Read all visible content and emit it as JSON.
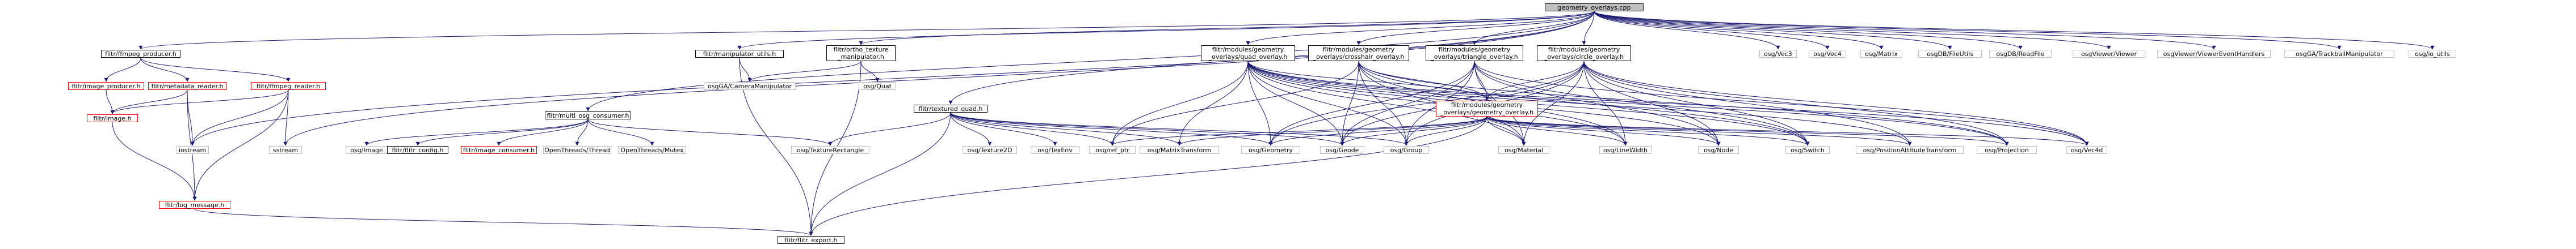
{
  "diagram": {
    "colors": {
      "edge": "#191970",
      "box_border_documented": "#000000",
      "box_border_missing_doc": "#ff0000",
      "box_border_external": "#bfbfbf",
      "root_fill": "#bfbfbf"
    },
    "nodes": [
      {
        "id": "root",
        "kind": "root",
        "lines": [
          "geometry_overlays.cpp"
        ]
      },
      {
        "id": "ffmpeg_producer",
        "kind": "doc",
        "lines": [
          "flitr/ffmpeg_producer.h"
        ]
      },
      {
        "id": "image_producer",
        "kind": "red",
        "lines": [
          "flitr/image_producer.h"
        ]
      },
      {
        "id": "metadata_reader",
        "kind": "red",
        "lines": [
          "flitr/metadata_reader.h"
        ]
      },
      {
        "id": "ffmpeg_reader",
        "kind": "red",
        "lines": [
          "flitr/ffmpeg_reader.h"
        ]
      },
      {
        "id": "image",
        "kind": "red",
        "lines": [
          "flitr/image.h"
        ]
      },
      {
        "id": "iostream",
        "kind": "grey",
        "lines": [
          "iostream"
        ]
      },
      {
        "id": "sstream",
        "kind": "grey",
        "lines": [
          "sstream"
        ]
      },
      {
        "id": "log_message",
        "kind": "red",
        "lines": [
          "flitr/log_message.h"
        ]
      },
      {
        "id": "flitr_export",
        "kind": "doc",
        "lines": [
          "flitr/flitr_export.h"
        ]
      },
      {
        "id": "multi_osg_consumer",
        "kind": "doc",
        "lines": [
          "flitr/multi_osg_consumer.h"
        ]
      },
      {
        "id": "osg_image",
        "kind": "grey",
        "lines": [
          "osg/Image"
        ]
      },
      {
        "id": "flitr_config",
        "kind": "doc",
        "lines": [
          "flitr/flitr_config.h"
        ]
      },
      {
        "id": "image_consumer",
        "kind": "red",
        "lines": [
          "flitr/image_consumer.h"
        ]
      },
      {
        "id": "openthreads_thread",
        "kind": "grey",
        "lines": [
          "OpenThreads/Thread"
        ]
      },
      {
        "id": "openthreads_mutex",
        "kind": "grey",
        "lines": [
          "OpenThreads/Mutex"
        ]
      },
      {
        "id": "manipulator_utils",
        "kind": "doc",
        "lines": [
          "flitr/manipulator_utils.h"
        ]
      },
      {
        "id": "camera_manipulator",
        "kind": "grey",
        "lines": [
          "osgGA/CameraManipulator"
        ]
      },
      {
        "id": "ortho_texture_manipulator",
        "kind": "doc",
        "lines": [
          "flitr/ortho_texture",
          "_manipulator.h"
        ]
      },
      {
        "id": "osg_quat",
        "kind": "grey",
        "lines": [
          "osg/Quat"
        ]
      },
      {
        "id": "textured_quad",
        "kind": "doc",
        "lines": [
          "flitr/textured_quad.h"
        ]
      },
      {
        "id": "osg_texture_rectangle",
        "kind": "grey",
        "lines": [
          "osg/TextureRectangle"
        ]
      },
      {
        "id": "osg_texture2d",
        "kind": "grey",
        "lines": [
          "osg/Texture2D"
        ]
      },
      {
        "id": "osg_texenv",
        "kind": "grey",
        "lines": [
          "osg/TexEnv"
        ]
      },
      {
        "id": "osg_ref_ptr",
        "kind": "grey",
        "lines": [
          "osg/ref_ptr"
        ]
      },
      {
        "id": "osg_matrix_transform",
        "kind": "grey",
        "lines": [
          "osg/MatrixTransform"
        ]
      },
      {
        "id": "osg_geometry",
        "kind": "grey",
        "lines": [
          "osg/Geometry"
        ]
      },
      {
        "id": "osg_geode",
        "kind": "grey",
        "lines": [
          "osg/Geode"
        ]
      },
      {
        "id": "osg_group",
        "kind": "grey",
        "lines": [
          "osg/Group"
        ]
      },
      {
        "id": "quad_overlay",
        "kind": "doc",
        "lines": [
          "flitr/modules/geometry",
          "_overlays/quad_overlay.h"
        ]
      },
      {
        "id": "crosshair_overlay",
        "kind": "doc",
        "lines": [
          "flitr/modules/geometry",
          "_overlays/crosshair_overlay.h"
        ]
      },
      {
        "id": "triangle_overlay",
        "kind": "doc",
        "lines": [
          "flitr/modules/geometry",
          "_overlays/triangle_overlay.h"
        ]
      },
      {
        "id": "circle_overlay",
        "kind": "doc",
        "lines": [
          "flitr/modules/geometry",
          "_overlays/circle_overlay.h"
        ]
      },
      {
        "id": "geometry_overlay",
        "kind": "red",
        "lines": [
          "flitr/modules/geometry",
          "_overlays/geometry_overlay.h"
        ]
      },
      {
        "id": "osg_material",
        "kind": "grey",
        "lines": [
          "osg/Material"
        ]
      },
      {
        "id": "osg_linewidth",
        "kind": "grey",
        "lines": [
          "osg/LineWidth"
        ]
      },
      {
        "id": "osg_node",
        "kind": "grey",
        "lines": [
          "osg/Node"
        ]
      },
      {
        "id": "osg_switch",
        "kind": "grey",
        "lines": [
          "osg/Switch"
        ]
      },
      {
        "id": "osg_pat",
        "kind": "grey",
        "lines": [
          "osg/PositionAttitudeTransform"
        ]
      },
      {
        "id": "osg_projection",
        "kind": "grey",
        "lines": [
          "osg/Projection"
        ]
      },
      {
        "id": "osg_vec4d",
        "kind": "grey",
        "lines": [
          "osg/Vec4d"
        ]
      },
      {
        "id": "osg_vec3",
        "kind": "grey",
        "lines": [
          "osg/Vec3"
        ]
      },
      {
        "id": "osg_vec4",
        "kind": "grey",
        "lines": [
          "osg/Vec4"
        ]
      },
      {
        "id": "osg_matrix",
        "kind": "grey",
        "lines": [
          "osg/Matrix"
        ]
      },
      {
        "id": "osgdb_fileutils",
        "kind": "grey",
        "lines": [
          "osgDB/FileUtils"
        ]
      },
      {
        "id": "osgdb_readfile",
        "kind": "grey",
        "lines": [
          "osgDB/ReadFile"
        ]
      },
      {
        "id": "osgviewer_viewer",
        "kind": "grey",
        "lines": [
          "osgViewer/Viewer"
        ]
      },
      {
        "id": "osgviewer_eventhandlers",
        "kind": "grey",
        "lines": [
          "osgViewer/ViewerEventHandlers"
        ]
      },
      {
        "id": "osgga_trackball",
        "kind": "grey",
        "lines": [
          "osgGA/TrackballManipulator"
        ]
      },
      {
        "id": "osg_io_utils",
        "kind": "grey",
        "lines": [
          "osg/io_utils"
        ]
      }
    ],
    "edges": [
      [
        "root",
        "ffmpeg_producer"
      ],
      [
        "root",
        "multi_osg_consumer"
      ],
      [
        "root",
        "manipulator_utils"
      ],
      [
        "root",
        "ortho_texture_manipulator"
      ],
      [
        "root",
        "textured_quad"
      ],
      [
        "root",
        "quad_overlay"
      ],
      [
        "root",
        "crosshair_overlay"
      ],
      [
        "root",
        "triangle_overlay"
      ],
      [
        "root",
        "circle_overlay"
      ],
      [
        "root",
        "iostream"
      ],
      [
        "root",
        "sstream"
      ],
      [
        "root",
        "osg_vec3"
      ],
      [
        "root",
        "osg_vec4"
      ],
      [
        "root",
        "osg_matrix"
      ],
      [
        "root",
        "osgdb_fileutils"
      ],
      [
        "root",
        "osgdb_readfile"
      ],
      [
        "root",
        "osgviewer_viewer"
      ],
      [
        "root",
        "osgviewer_eventhandlers"
      ],
      [
        "root",
        "osgga_trackball"
      ],
      [
        "root",
        "osg_io_utils"
      ],
      [
        "ffmpeg_producer",
        "image_producer"
      ],
      [
        "ffmpeg_producer",
        "metadata_reader"
      ],
      [
        "ffmpeg_producer",
        "ffmpeg_reader"
      ],
      [
        "image_producer",
        "image"
      ],
      [
        "metadata_reader",
        "image"
      ],
      [
        "metadata_reader",
        "iostream"
      ],
      [
        "metadata_reader",
        "log_message"
      ],
      [
        "ffmpeg_reader",
        "image"
      ],
      [
        "ffmpeg_reader",
        "iostream"
      ],
      [
        "ffmpeg_reader",
        "sstream"
      ],
      [
        "ffmpeg_reader",
        "log_message"
      ],
      [
        "image",
        "log_message"
      ],
      [
        "log_message",
        "flitr_export"
      ],
      [
        "multi_osg_consumer",
        "osg_image"
      ],
      [
        "multi_osg_consumer",
        "flitr_config"
      ],
      [
        "multi_osg_consumer",
        "image_consumer"
      ],
      [
        "multi_osg_consumer",
        "openthreads_thread"
      ],
      [
        "multi_osg_consumer",
        "openthreads_mutex"
      ],
      [
        "multi_osg_consumer",
        "osg_texture_rectangle"
      ],
      [
        "manipulator_utils",
        "camera_manipulator"
      ],
      [
        "manipulator_utils",
        "flitr_export"
      ],
      [
        "ortho_texture_manipulator",
        "camera_manipulator"
      ],
      [
        "ortho_texture_manipulator",
        "osg_quat"
      ],
      [
        "ortho_texture_manipulator",
        "flitr_export"
      ],
      [
        "textured_quad",
        "osg_texture_rectangle"
      ],
      [
        "textured_quad",
        "osg_texture2d"
      ],
      [
        "textured_quad",
        "osg_texenv"
      ],
      [
        "textured_quad",
        "osg_ref_ptr"
      ],
      [
        "textured_quad",
        "osg_matrix_transform"
      ],
      [
        "textured_quad",
        "osg_geometry"
      ],
      [
        "textured_quad",
        "osg_geode"
      ],
      [
        "textured_quad",
        "osg_group"
      ],
      [
        "textured_quad",
        "flitr_export"
      ],
      [
        "quad_overlay",
        "geometry_overlay"
      ],
      [
        "quad_overlay",
        "osg_ref_ptr"
      ],
      [
        "quad_overlay",
        "osg_matrix_transform"
      ],
      [
        "quad_overlay",
        "osg_geometry"
      ],
      [
        "quad_overlay",
        "osg_geode"
      ],
      [
        "quad_overlay",
        "osg_group"
      ],
      [
        "quad_overlay",
        "osg_material"
      ],
      [
        "quad_overlay",
        "osg_linewidth"
      ],
      [
        "quad_overlay",
        "osg_node"
      ],
      [
        "quad_overlay",
        "osg_switch"
      ],
      [
        "quad_overlay",
        "osg_pat"
      ],
      [
        "quad_overlay",
        "osg_projection"
      ],
      [
        "quad_overlay",
        "osg_vec4d"
      ],
      [
        "crosshair_overlay",
        "geometry_overlay"
      ],
      [
        "crosshair_overlay",
        "osg_ref_ptr"
      ],
      [
        "crosshair_overlay",
        "osg_geode"
      ],
      [
        "crosshair_overlay",
        "osg_group"
      ],
      [
        "crosshair_overlay",
        "osg_material"
      ],
      [
        "crosshair_overlay",
        "osg_linewidth"
      ],
      [
        "crosshair_overlay",
        "osg_switch"
      ],
      [
        "crosshair_overlay",
        "osg_projection"
      ],
      [
        "triangle_overlay",
        "geometry_overlay"
      ],
      [
        "triangle_overlay",
        "osg_geometry"
      ],
      [
        "triangle_overlay",
        "osg_geode"
      ],
      [
        "triangle_overlay",
        "osg_group"
      ],
      [
        "triangle_overlay",
        "osg_material"
      ],
      [
        "triangle_overlay",
        "osg_node"
      ],
      [
        "triangle_overlay",
        "osg_switch"
      ],
      [
        "triangle_overlay",
        "osg_vec4d"
      ],
      [
        "circle_overlay",
        "geometry_overlay"
      ],
      [
        "circle_overlay",
        "osg_geometry"
      ],
      [
        "circle_overlay",
        "osg_geode"
      ],
      [
        "circle_overlay",
        "osg_group"
      ],
      [
        "circle_overlay",
        "osg_material"
      ],
      [
        "circle_overlay",
        "osg_linewidth"
      ],
      [
        "circle_overlay",
        "osg_node"
      ],
      [
        "circle_overlay",
        "osg_switch"
      ],
      [
        "circle_overlay",
        "osg_pat"
      ],
      [
        "circle_overlay",
        "osg_projection"
      ],
      [
        "circle_overlay",
        "osg_vec4d"
      ],
      [
        "geometry_overlay",
        "osg_ref_ptr"
      ],
      [
        "geometry_overlay",
        "osg_matrix_transform"
      ],
      [
        "geometry_overlay",
        "osg_geometry"
      ],
      [
        "geometry_overlay",
        "osg_geode"
      ],
      [
        "geometry_overlay",
        "osg_group"
      ],
      [
        "geometry_overlay",
        "osg_material"
      ],
      [
        "geometry_overlay",
        "osg_linewidth"
      ],
      [
        "geometry_overlay",
        "osg_node"
      ],
      [
        "geometry_overlay",
        "osg_switch"
      ],
      [
        "geometry_overlay",
        "osg_pat"
      ],
      [
        "geometry_overlay",
        "osg_projection"
      ],
      [
        "geometry_overlay",
        "osg_vec4d"
      ],
      [
        "geometry_overlay",
        "flitr_export"
      ]
    ]
  }
}
